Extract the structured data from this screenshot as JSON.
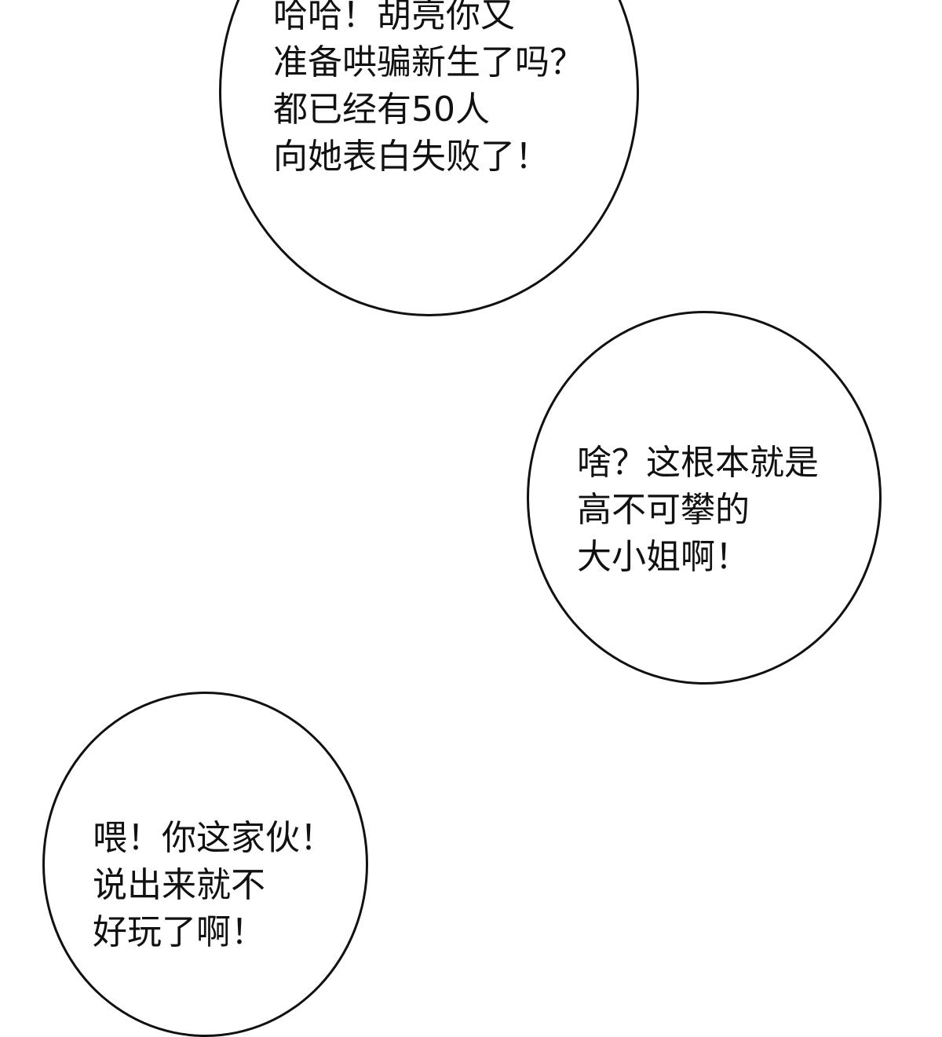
{
  "bubbles": [
    {
      "lines": [
        "哈哈！胡亮你又",
        "准备哄骗新生了吗？",
        "都已经有50人",
        "向她表白失败了！"
      ]
    },
    {
      "lines": [
        "啥？这根本就是",
        "高不可攀的",
        "大小姐啊！"
      ]
    },
    {
      "lines": [
        "喂！你这家伙！",
        "说出来就不",
        "好玩了啊！"
      ]
    }
  ],
  "colors": {
    "background": "#ffffff",
    "outline": "#111111",
    "text": "#111111"
  }
}
